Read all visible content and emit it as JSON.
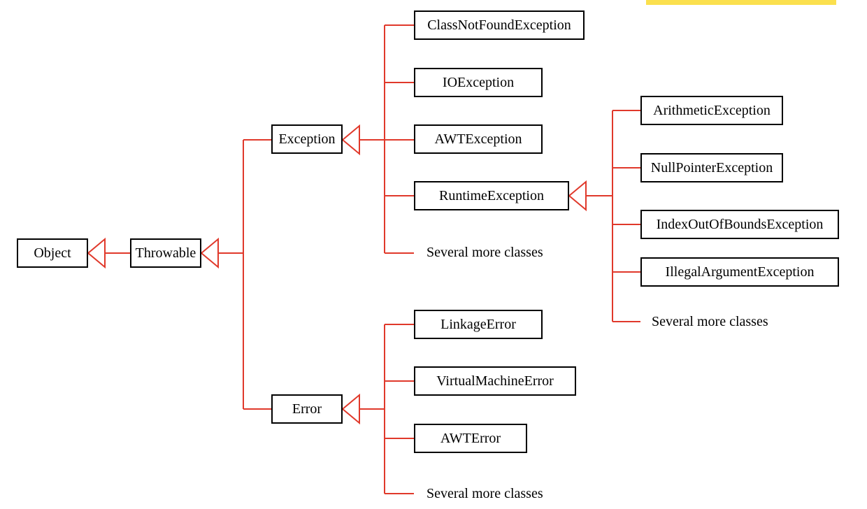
{
  "colors": {
    "connector": "#e0392b",
    "highlight_tab": "#fbe04e",
    "box_border": "#000000"
  },
  "classes": {
    "object": "Object",
    "throwable": "Throwable",
    "exception": "Exception",
    "error": "Error",
    "class_not_found": "ClassNotFoundException",
    "io": "IOException",
    "awt_exception": "AWTException",
    "runtime": "RuntimeException",
    "arithmetic": "ArithmeticException",
    "null_pointer": "NullPointerException",
    "index_out_of_bounds": "IndexOutOfBoundsException",
    "illegal_argument": "IllegalArgumentException",
    "linkage": "LinkageError",
    "virtual_machine": "VirtualMachineError",
    "awt_error": "AWTError"
  },
  "more": {
    "exception": "Several more classes",
    "runtime": "Several more classes",
    "error": "Several more classes"
  }
}
